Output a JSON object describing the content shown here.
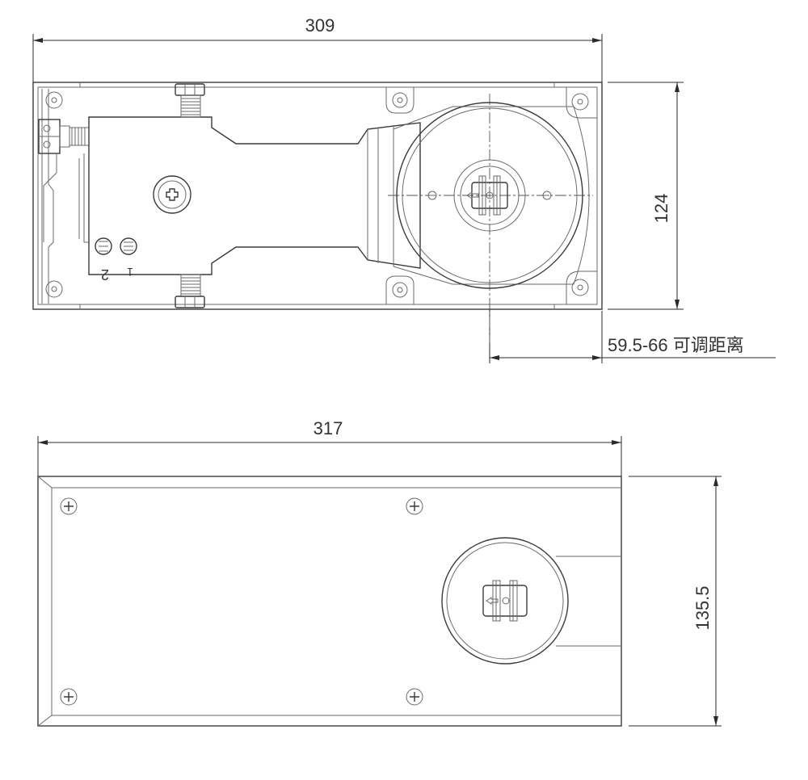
{
  "colors": {
    "line": "#3a3a3a",
    "dimension": "#2a2a2a",
    "text": "#333333",
    "background": "#ffffff"
  },
  "top_view": {
    "width_label": "309",
    "height_label": "124",
    "offset_label": "59.5-66 可调距离",
    "valve_labels": [
      "2",
      "1"
    ]
  },
  "bottom_view": {
    "width_label": "317",
    "height_label": "135.5"
  },
  "icons": [
    "phillips-screw-icon",
    "spindle-arrow-icon",
    "adjustment-valve-icon"
  ]
}
